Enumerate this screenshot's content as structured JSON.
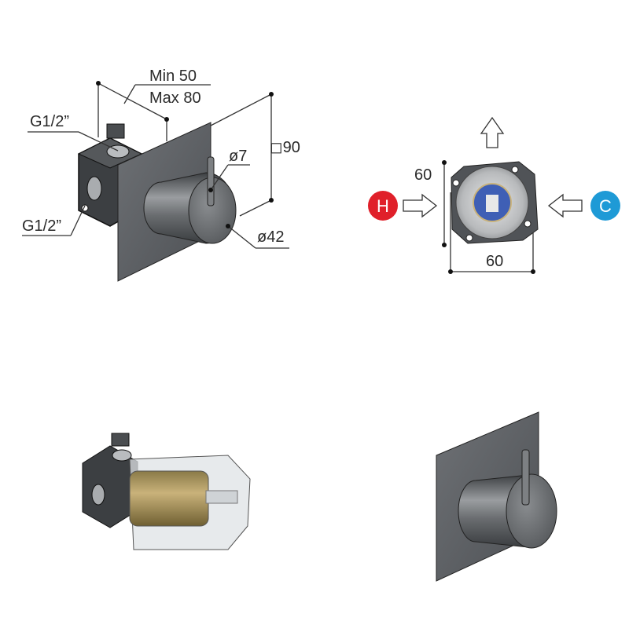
{
  "side_view": {
    "depth_min": "Min 50",
    "depth_max": "Max 80",
    "inlet_top": "G1/2”",
    "inlet_side": "G1/2”",
    "lever_diameter": "ø7",
    "plate_size": "◻90",
    "handle_diameter": "ø42"
  },
  "top_view": {
    "height": "60",
    "width": "60",
    "hot_label": "H",
    "cold_label": "C",
    "colors": {
      "hot": "#e0202a",
      "cold": "#1e9ad6",
      "cartridge": "#3f5fb5"
    }
  }
}
